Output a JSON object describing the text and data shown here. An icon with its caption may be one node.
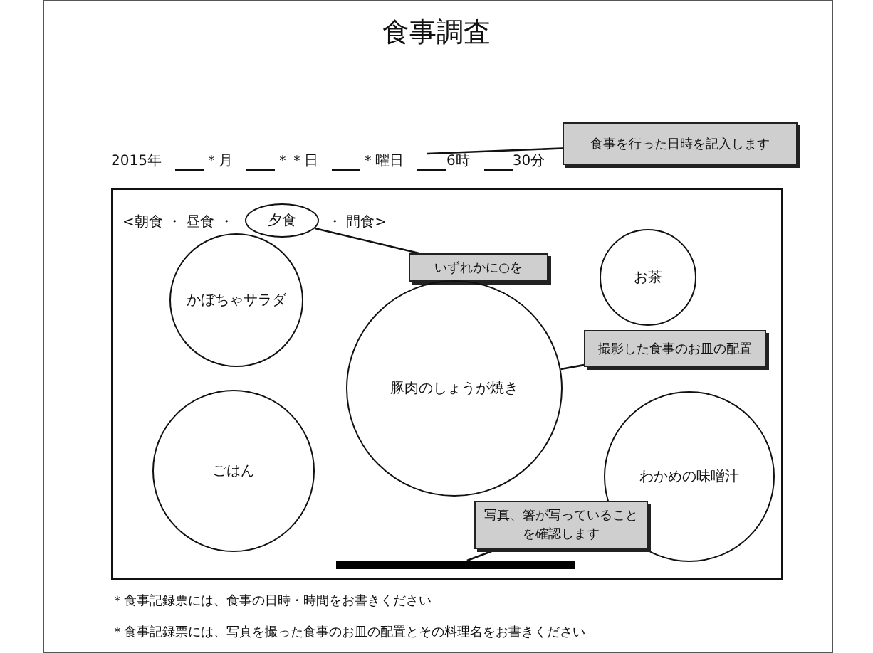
{
  "diagram": {
    "title": "食事調査",
    "nodes": [
      {
        "text": [
          "食事を行った日時を記入します"
        ]
      },
      {
        "text": [],
        "shape": "box"
      },
      {
        "text": [
          "夕食"
        ],
        "in": 1
      },
      {
        "text": [
          "いずれかに○を"
        ],
        "in": 1
      },
      {
        "text": [
          "かぼちゃサラダ"
        ],
        "in": 1
      },
      {
        "text": [
          "お茶"
        ],
        "in": 1
      },
      {
        "text": [
          "豚肉のしょうが焼き"
        ],
        "in": 1
      },
      {
        "text": [
          "撮影した食事のお皿の配置"
        ],
        "in": 1
      },
      {
        "text": [
          "ごはん"
        ],
        "in": 1
      },
      {
        "text": [
          "わかめの味噌汁"
        ],
        "in": 1
      },
      {
        "text": [
          "写真、箸が写っていることを確認します"
        ],
        "in": 1
      },
      {
        "text": [],
        "shape": "bar",
        "in": 1
      }
    ],
    "edges": [
      {
        "from": 0,
        "to": null,
        "arrow": "none"
      },
      {
        "from": 3,
        "to": 2,
        "arrow": "none"
      },
      {
        "from": 7,
        "to": 6,
        "arrow": "none"
      },
      {
        "from": 10,
        "to": 11,
        "arrow": "none"
      }
    ],
    "labels": [
      "2015年",
      "＊月",
      "＊＊日",
      "＊曜日",
      "6時",
      "30分",
      "<朝食 ・ 昼食 ・",
      "・ 間食>",
      "＊食事記録票には、食事の日時・時間をお書きください",
      "＊食事記録票には、写真を撮った食事のお皿の配置とその料理名をお書きください"
    ]
  }
}
